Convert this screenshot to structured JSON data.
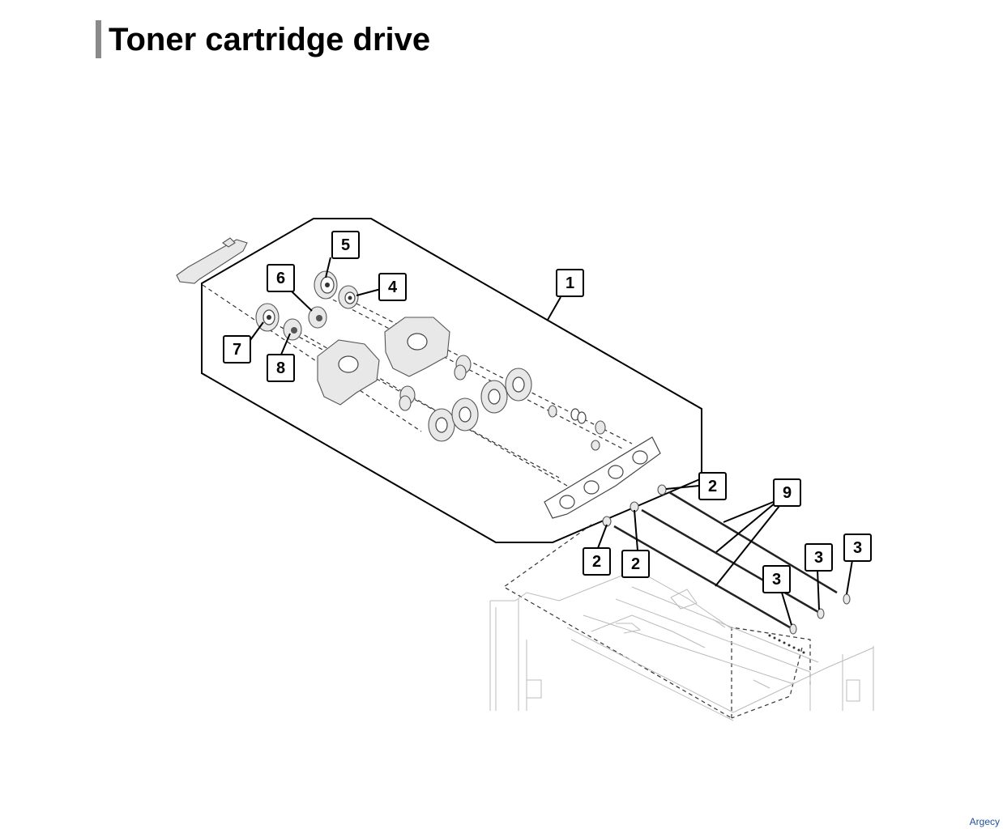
{
  "page": {
    "title": "Toner cartridge drive",
    "footer": "Argecy"
  },
  "callouts": {
    "c1": "1",
    "c2a": "2",
    "c2b": "2",
    "c2c": "2",
    "c3a": "3",
    "c3b": "3",
    "c3c": "3",
    "c4": "4",
    "c5": "5",
    "c6": "6",
    "c7": "7",
    "c8": "8",
    "c9": "9"
  }
}
